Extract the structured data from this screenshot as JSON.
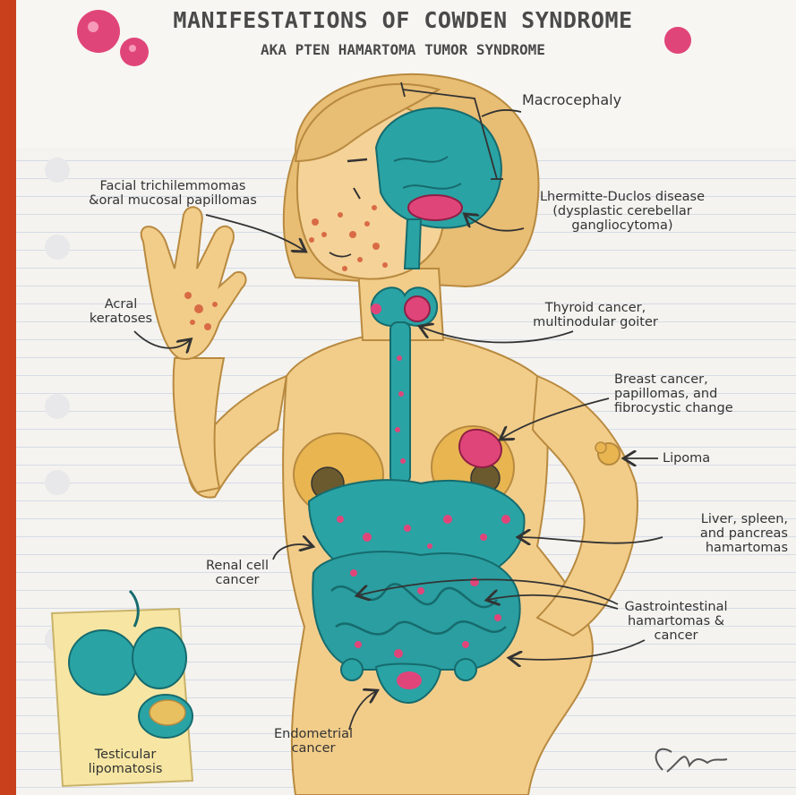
{
  "title": "MANIFESTATIONS OF COWDEN SYNDROME",
  "subtitle": "AKA PTEN HAMARTOMA TUMOR SYNDROME",
  "labels": {
    "macrocephaly": "Macrocephaly",
    "facial": "Facial trichilemmomas\n&oral mucosal papillomas",
    "lhermitte": "Lhermitte-Duclos disease\n(dysplastic cerebellar\ngangliocytoma)",
    "acral": "Acral\nkeratoses",
    "thyroid": "Thyroid cancer,\nmultinodular goiter",
    "breast": "Breast cancer,\npapillomas, and\nfibrocystic change",
    "lipoma": "Lipoma",
    "liver": "Liver, spleen,\nand pancreas\nhamartomas",
    "renal": "Renal cell\ncancer",
    "gi": "Gastrointestinal\nhamartomas &\ncancer",
    "endometrial": "Endometrial\ncancer",
    "testicular": "Testicular\nlipomatosis"
  },
  "colors": {
    "background": "#c8401c",
    "skin": "#f2cd8a",
    "organ": "#2aa3a5",
    "lesion": "#e0457a"
  }
}
